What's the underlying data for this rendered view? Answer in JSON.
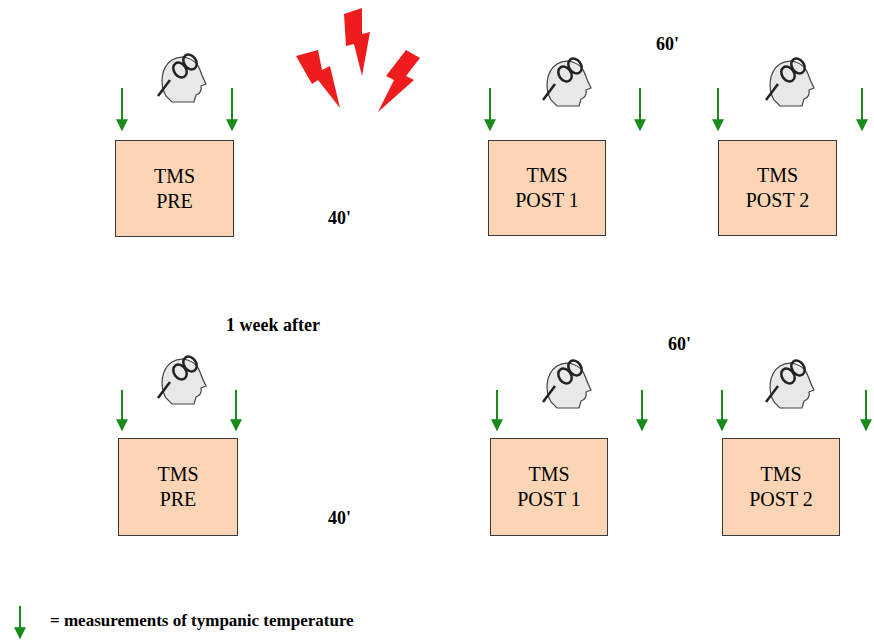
{
  "diagram": {
    "nodes": [
      {
        "text": [
          "TMS PRE"
        ]
      },
      {
        "text": [
          "TMS POST 1"
        ]
      },
      {
        "text": [
          "TMS POST 2"
        ]
      },
      {
        "text": [
          "TMS PRE"
        ]
      },
      {
        "text": [
          "TMS POST 1"
        ]
      },
      {
        "text": [
          "TMS POST 2"
        ]
      }
    ],
    "labels": [
      "60'",
      "40'",
      "1 week after",
      "60'",
      "40'"
    ],
    "legend": [
      {
        "text": "= measurements of tympanic temperature"
      }
    ]
  }
}
